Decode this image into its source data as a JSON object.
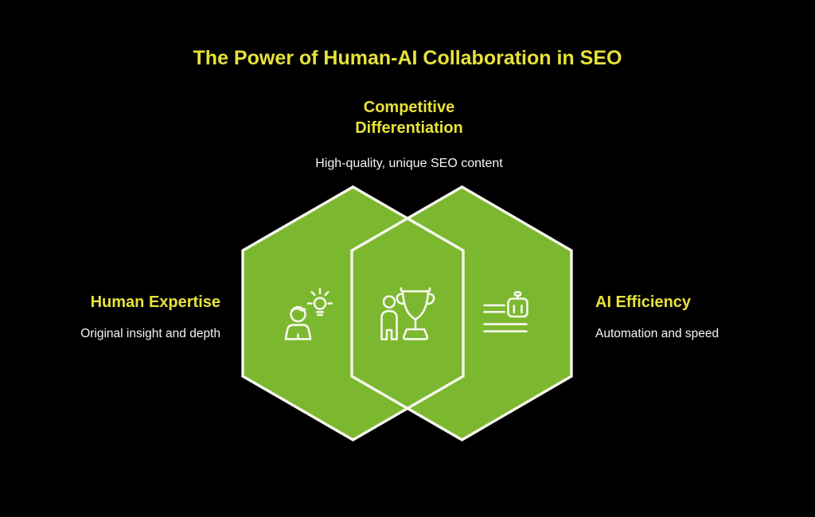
{
  "title": "The Power of Human-AI Collaboration in SEO",
  "diagram": {
    "top": {
      "heading": "Competitive Differentiation",
      "subtext": "High-quality, unique SEO content"
    },
    "left": {
      "heading": "Human Expertise",
      "subtext": "Original insight and depth",
      "icon": "person-lightbulb-icon"
    },
    "right": {
      "heading": "AI Efficiency",
      "subtext": "Automation and speed",
      "icon": "robot-text-lines-icon"
    },
    "center": {
      "icon": "person-trophy-icon"
    }
  },
  "colors": {
    "background": "#000000",
    "heading_yellow": "#e7e23a",
    "body_text_white": "#f5f5f5",
    "hexagon_green": "#7cb82f",
    "hexagon_outline": "#f6f7ee",
    "icon_stroke": "#f6f7ee"
  }
}
